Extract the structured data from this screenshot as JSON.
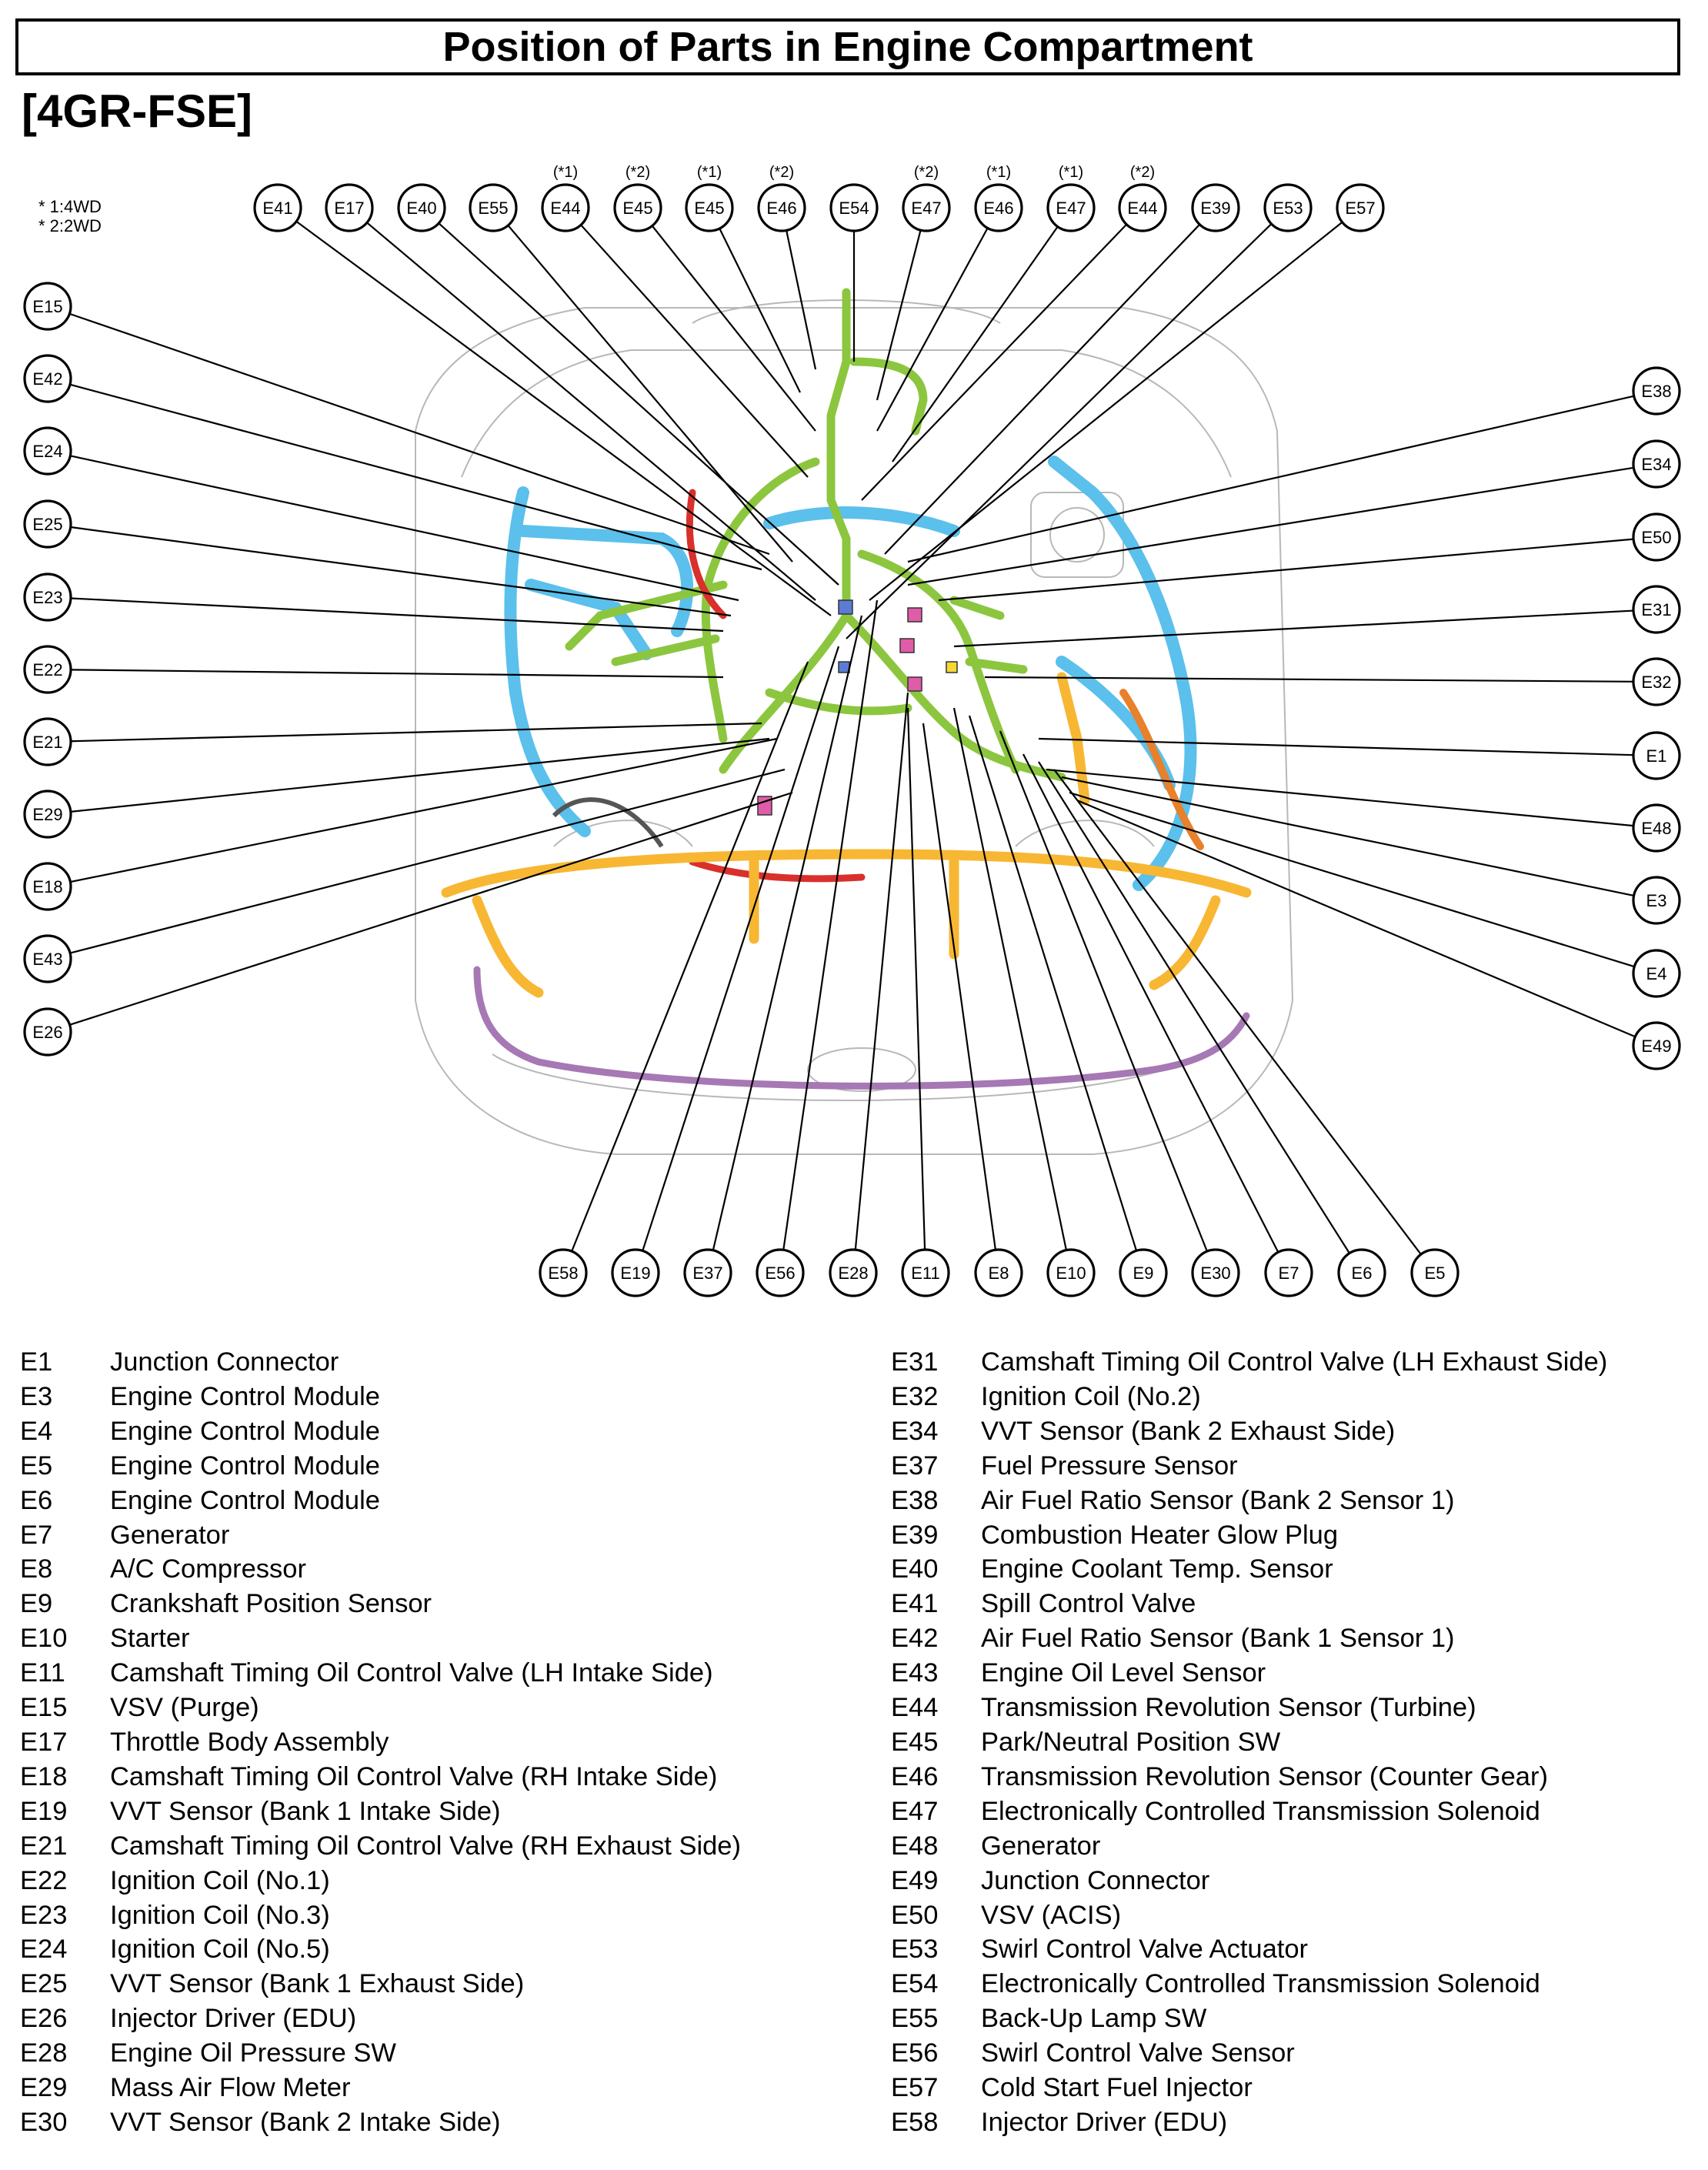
{
  "title": "Position of Parts in Engine Compartment",
  "subtitle": "[4GR-FSE]",
  "legend": [
    "* 1:4WD",
    "* 2:2WD"
  ],
  "top_connectors": [
    {
      "id": "E41",
      "note": ""
    },
    {
      "id": "E17",
      "note": ""
    },
    {
      "id": "E40",
      "note": ""
    },
    {
      "id": "E55",
      "note": ""
    },
    {
      "id": "E44",
      "note": "(*1)"
    },
    {
      "id": "E45",
      "note": "(*2)"
    },
    {
      "id": "E45",
      "note": "(*1)"
    },
    {
      "id": "E46",
      "note": "(*2)"
    },
    {
      "id": "E54",
      "note": ""
    },
    {
      "id": "E47",
      "note": "(*2)"
    },
    {
      "id": "E46",
      "note": "(*1)"
    },
    {
      "id": "E47",
      "note": "(*1)"
    },
    {
      "id": "E44",
      "note": "(*2)"
    },
    {
      "id": "E39",
      "note": ""
    },
    {
      "id": "E53",
      "note": ""
    },
    {
      "id": "E57",
      "note": ""
    }
  ],
  "left_connectors": [
    "E15",
    "E42",
    "E24",
    "E25",
    "E23",
    "E22",
    "E21",
    "E29",
    "E18",
    "E43",
    "E26"
  ],
  "right_connectors": [
    "E38",
    "E34",
    "E50",
    "E31",
    "E32",
    "E1",
    "E48",
    "E3",
    "E4",
    "E49"
  ],
  "bottom_connectors": [
    "E58",
    "E19",
    "E37",
    "E56",
    "E28",
    "E11",
    "E8",
    "E10",
    "E9",
    "E30",
    "E7",
    "E6",
    "E5"
  ],
  "parts_left": [
    {
      "code": "E1",
      "name": "Junction Connector"
    },
    {
      "code": "E3",
      "name": "Engine Control Module"
    },
    {
      "code": "E4",
      "name": "Engine Control Module"
    },
    {
      "code": "E5",
      "name": "Engine Control Module"
    },
    {
      "code": "E6",
      "name": "Engine Control Module"
    },
    {
      "code": "E7",
      "name": "Generator"
    },
    {
      "code": "E8",
      "name": "A/C Compressor"
    },
    {
      "code": "E9",
      "name": "Crankshaft Position Sensor"
    },
    {
      "code": "E10",
      "name": "Starter"
    },
    {
      "code": "E11",
      "name": "Camshaft Timing Oil Control Valve (LH Intake Side)"
    },
    {
      "code": "E15",
      "name": "VSV (Purge)"
    },
    {
      "code": "E17",
      "name": "Throttle Body Assembly"
    },
    {
      "code": "E18",
      "name": "Camshaft Timing Oil Control Valve (RH Intake Side)"
    },
    {
      "code": "E19",
      "name": "VVT Sensor (Bank 1 Intake Side)"
    },
    {
      "code": "E21",
      "name": "Camshaft Timing Oil Control Valve (RH Exhaust Side)"
    },
    {
      "code": "E22",
      "name": "Ignition Coil (No.1)"
    },
    {
      "code": "E23",
      "name": "Ignition Coil (No.3)"
    },
    {
      "code": "E24",
      "name": "Ignition Coil (No.5)"
    },
    {
      "code": "E25",
      "name": "VVT Sensor (Bank 1 Exhaust Side)"
    },
    {
      "code": "E26",
      "name": "Injector Driver (EDU)"
    },
    {
      "code": "E28",
      "name": "Engine Oil Pressure SW"
    },
    {
      "code": "E29",
      "name": "Mass Air Flow Meter"
    },
    {
      "code": "E30",
      "name": "VVT Sensor (Bank 2 Intake Side)"
    }
  ],
  "parts_right": [
    {
      "code": "E31",
      "name": "Camshaft Timing Oil Control Valve (LH Exhaust Side)"
    },
    {
      "code": "E32",
      "name": "Ignition Coil (No.2)"
    },
    {
      "code": "E34",
      "name": "VVT Sensor (Bank 2 Exhaust Side)"
    },
    {
      "code": "E37",
      "name": "Fuel Pressure Sensor"
    },
    {
      "code": "E38",
      "name": "Air Fuel Ratio Sensor (Bank 2 Sensor 1)"
    },
    {
      "code": "E39",
      "name": "Combustion Heater Glow Plug"
    },
    {
      "code": "E40",
      "name": "Engine Coolant Temp. Sensor"
    },
    {
      "code": "E41",
      "name": "Spill Control Valve"
    },
    {
      "code": "E42",
      "name": "Air Fuel Ratio Sensor (Bank 1 Sensor 1)"
    },
    {
      "code": "E43",
      "name": "Engine Oil Level Sensor"
    },
    {
      "code": "E44",
      "name": "Transmission Revolution Sensor (Turbine)"
    },
    {
      "code": "E45",
      "name": "Park/Neutral Position SW"
    },
    {
      "code": "E46",
      "name": "Transmission Revolution Sensor (Counter Gear)"
    },
    {
      "code": "E47",
      "name": "Electronically Controlled Transmission Solenoid"
    },
    {
      "code": "E48",
      "name": "Generator"
    },
    {
      "code": "E49",
      "name": "Junction Connector"
    },
    {
      "code": "E50",
      "name": "VSV (ACIS)"
    },
    {
      "code": "E53",
      "name": "Swirl Control Valve Actuator"
    },
    {
      "code": "E54",
      "name": "Electronically Controlled Transmission Solenoid"
    },
    {
      "code": "E55",
      "name": "Back-Up Lamp SW"
    },
    {
      "code": "E56",
      "name": "Swirl Control Valve Sensor"
    },
    {
      "code": "E57",
      "name": "Cold Start Fuel Injector"
    },
    {
      "code": "E58",
      "name": "Injector Driver (EDU)"
    }
  ],
  "colors": {
    "engine_harness": "#8cc63f",
    "cowl_harness": "#5bc0eb",
    "front_harness": "#f7b733",
    "red_harness": "#d9302c",
    "purple_harness": "#a678b4",
    "orange_harness": "#e9802a",
    "outline": "#b8b8b8"
  }
}
